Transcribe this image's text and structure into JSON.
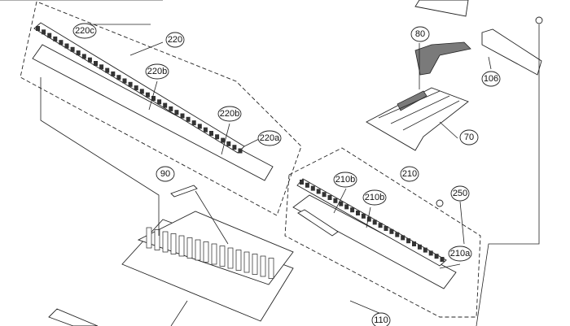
{
  "diagram": {
    "callouts": {
      "c220c": "220c",
      "c220": "220",
      "c220b_1": "220b",
      "c220b_2": "220b",
      "c220a": "220a",
      "c80": "80",
      "c106": "106",
      "c70": "70",
      "c90": "90",
      "c210": "210",
      "c210b_1": "210b",
      "c210b_2": "210b",
      "c250": "250",
      "c210a": "210a",
      "c110": "110"
    },
    "colors": {
      "line": "#222222",
      "part_fill": "#7a7a7a"
    }
  }
}
